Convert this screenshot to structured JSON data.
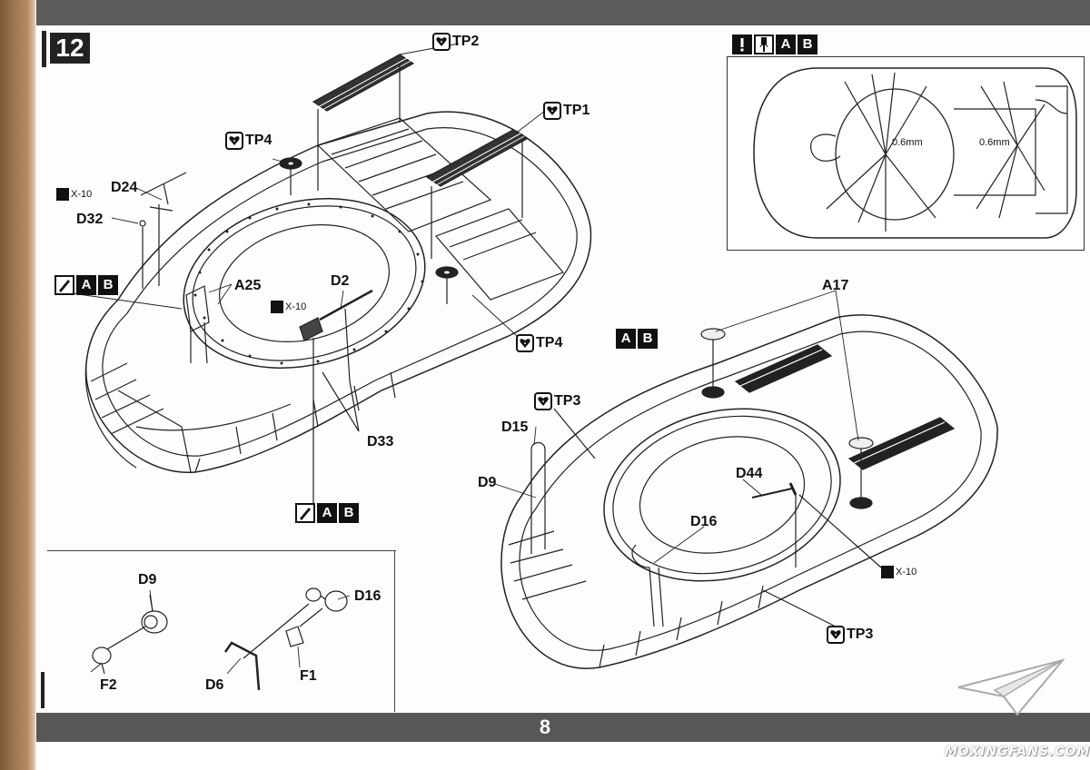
{
  "page": {
    "step_number": "12",
    "page_number": "8"
  },
  "badges": {
    "ab_main": {
      "letters": [
        "A",
        "B"
      ]
    },
    "ab_left_top": {
      "letters": [
        "A",
        "B"
      ]
    },
    "ab_left_bottom": {
      "letters": [
        "A",
        "B"
      ]
    },
    "ab_inset": {
      "letters": [
        "A",
        "B"
      ]
    }
  },
  "callouts": {
    "tp2": "TP2",
    "tp1": "TP1",
    "tp4_top": "TP4",
    "tp4_mid": "TP4",
    "tp3_top": "TP3",
    "tp3_bottom": "TP3",
    "d24": "D24",
    "x10_left": "X-10",
    "d32": "D32",
    "a25": "A25",
    "d2": "D2",
    "x10_center": "X-10",
    "d33": "D33",
    "a17": "A17",
    "d15": "D15",
    "d9_right": "D9",
    "d44": "D44",
    "d16_right": "D16",
    "x10_right": "X-10",
    "d9_sub": "D9",
    "f2": "F2",
    "d16_sub": "D16",
    "d6": "D6",
    "f1": "F1",
    "inset_dim_left": "0.6mm",
    "inset_dim_right": "0.6mm"
  },
  "icons": {
    "warning": "exclamation-icon",
    "paint": "brush-icon",
    "decal": "heart-decal-icon",
    "drill": "drill-icon"
  },
  "watermark": {
    "text": "MOXINGFANS.COM"
  },
  "colors": {
    "bar": "#575757",
    "ink": "#111111"
  }
}
